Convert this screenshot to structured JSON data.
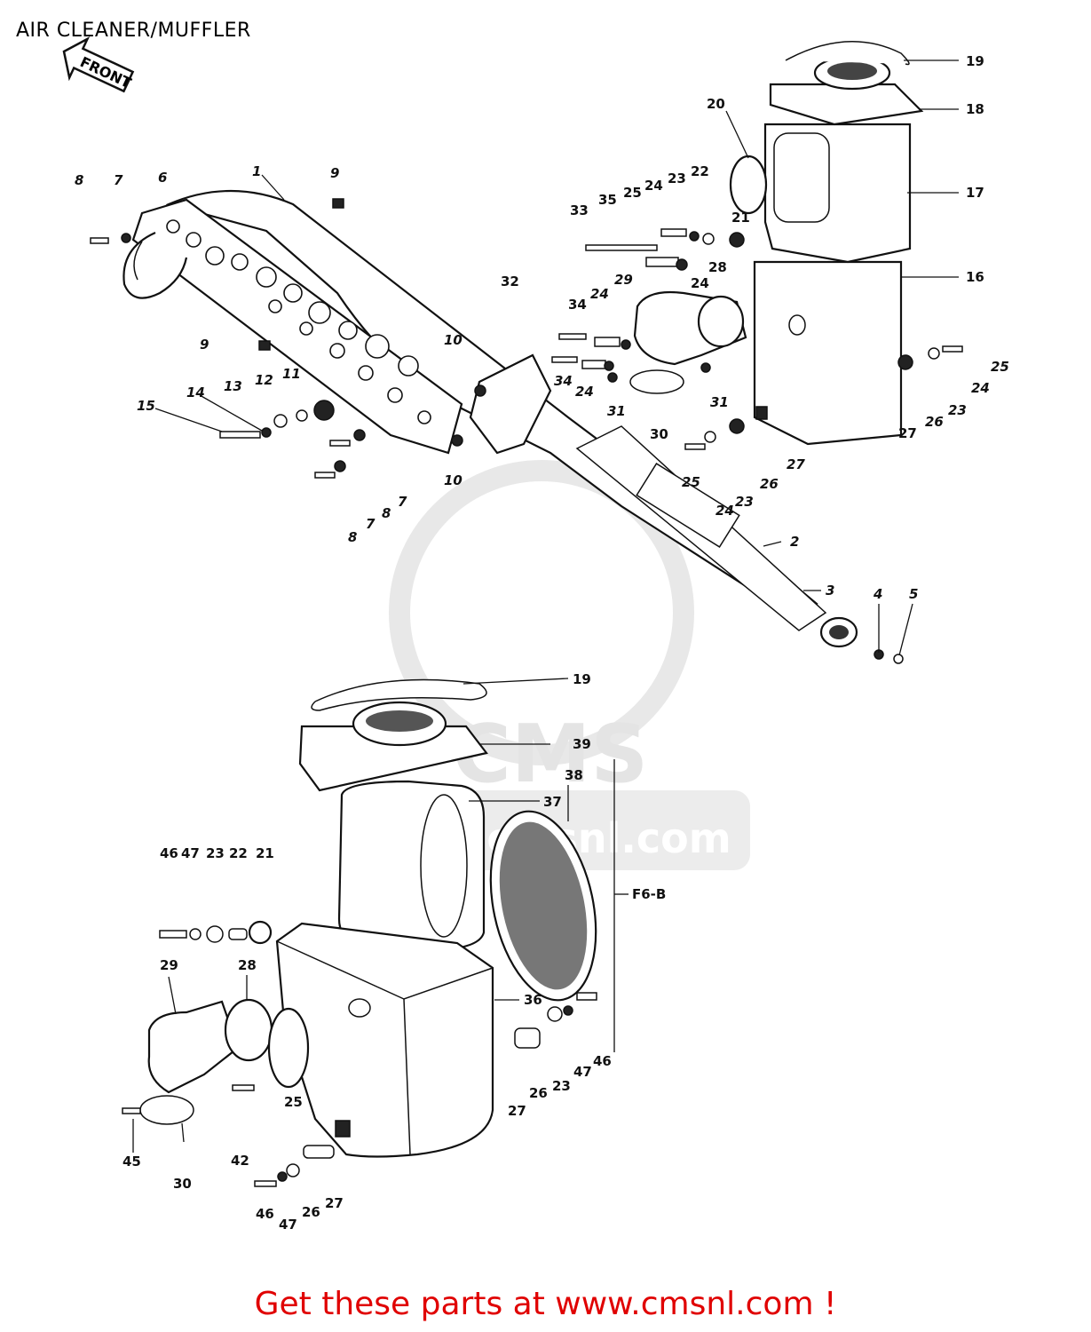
{
  "title": "AIR CLEANER/MUFFLER",
  "footer": "Get these parts at www.cmsnl.com !",
  "front_badge": "FRONT",
  "watermark": {
    "logo": "CMS",
    "url": "www.cmsnl.com"
  },
  "colors": {
    "footer": "#e00000",
    "line": "#111111",
    "watermark": "#e6e6e6"
  },
  "callouts_upper": [
    "1",
    "2",
    "3",
    "4",
    "5",
    "6",
    "7",
    "7",
    "7",
    "8",
    "8",
    "8",
    "9",
    "9",
    "10",
    "10",
    "11",
    "12",
    "13",
    "14",
    "15",
    "16",
    "17",
    "18",
    "19",
    "20",
    "21",
    "22",
    "23",
    "23",
    "23",
    "24",
    "24",
    "24",
    "24",
    "24",
    "24",
    "25",
    "25",
    "25",
    "26",
    "26",
    "27",
    "27",
    "28",
    "29",
    "30",
    "31",
    "31",
    "32",
    "33",
    "34",
    "34",
    "35"
  ],
  "callouts_lower": [
    "19",
    "39",
    "38",
    "37",
    "36",
    "F6-B",
    "46",
    "47",
    "23",
    "22",
    "21",
    "29",
    "28",
    "30",
    "45",
    "42",
    "25",
    "46",
    "47",
    "26",
    "27",
    "46",
    "47",
    "23",
    "26",
    "27"
  ]
}
